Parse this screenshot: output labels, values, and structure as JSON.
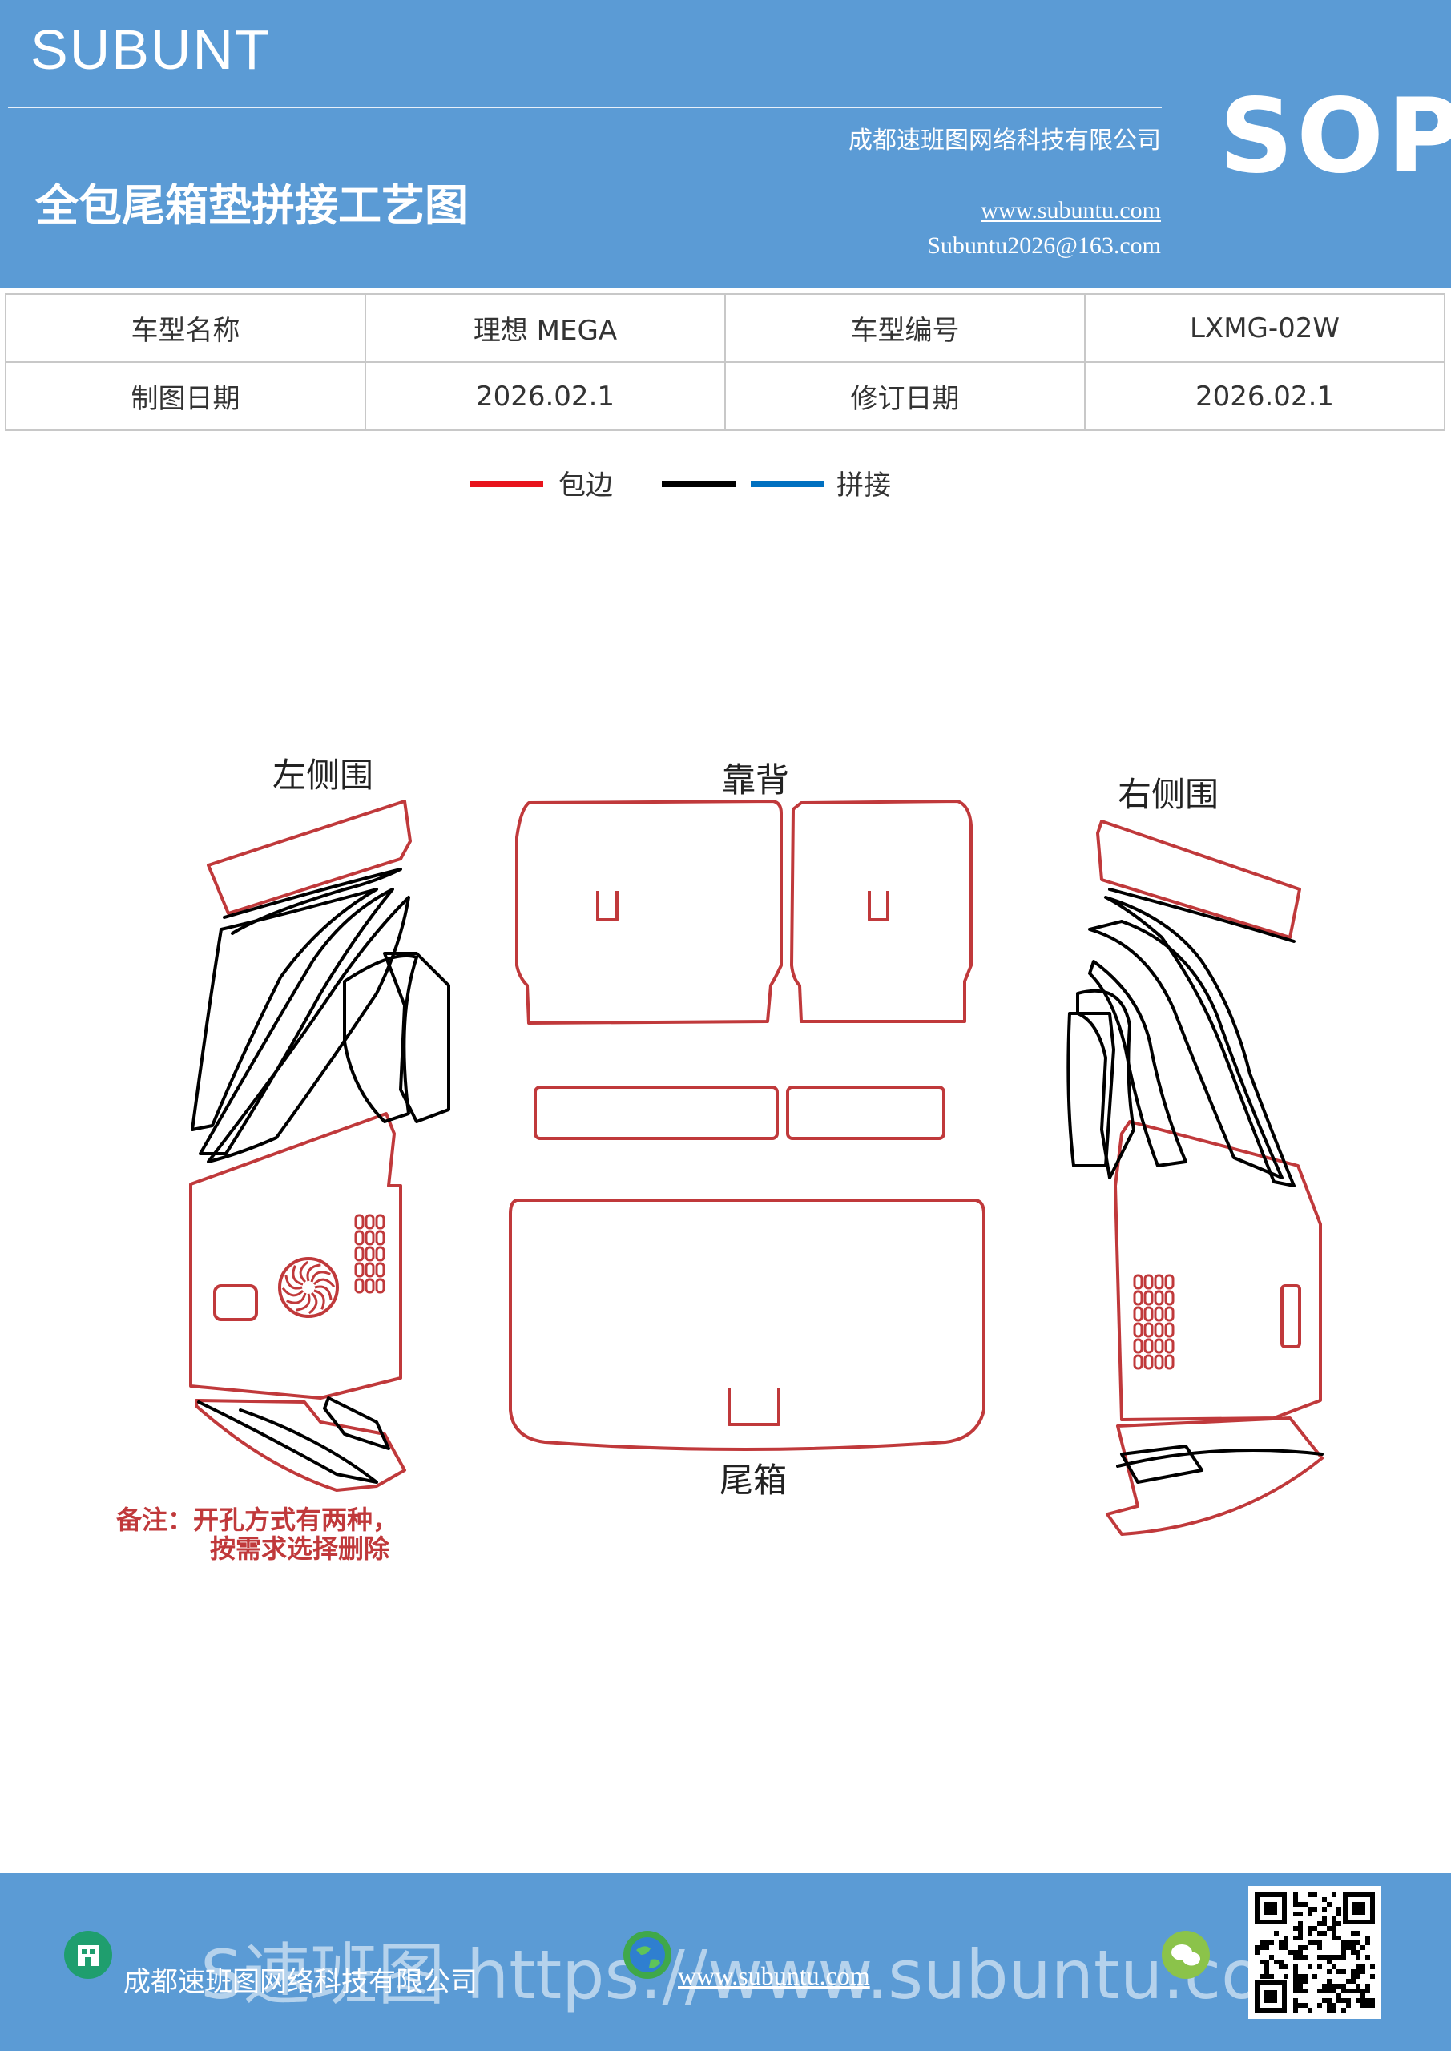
{
  "header": {
    "brand": "SUBUNT",
    "title": "全包尾箱垫拼接工艺图",
    "company": "成都速班图网络科技有限公司",
    "website": "www.subuntu.com",
    "email": "Subuntu2026@163.com",
    "badge": "SOP"
  },
  "info_table": {
    "rows": [
      {
        "label1": "车型名称",
        "value1": "理想 MEGA",
        "label2": "车型编号",
        "value2": "LXMG-02W"
      },
      {
        "label1": "制图日期",
        "value1": "2026.02.1",
        "label2": "修订日期",
        "value2": "2026.02.1"
      }
    ]
  },
  "legend": {
    "items": [
      {
        "label": "包边",
        "color": "#e8141c"
      },
      {
        "label": "",
        "color": "#000000"
      },
      {
        "label": "拼接",
        "color": "#0070c0"
      }
    ]
  },
  "drawing": {
    "labels": {
      "left": "左侧围",
      "back": "靠背",
      "right": "右侧围",
      "trunk": "尾箱"
    },
    "note_line1": "备注：开孔方式有两种，",
    "note_line2": "按需求选择删除",
    "edge_color": "#c0393b",
    "seam_color": "#000000"
  },
  "footer": {
    "company": "成都速班图网络科技有限公司",
    "website": "www.subuntu.com",
    "watermark": "S速班图 https://www.subuntu.com"
  }
}
